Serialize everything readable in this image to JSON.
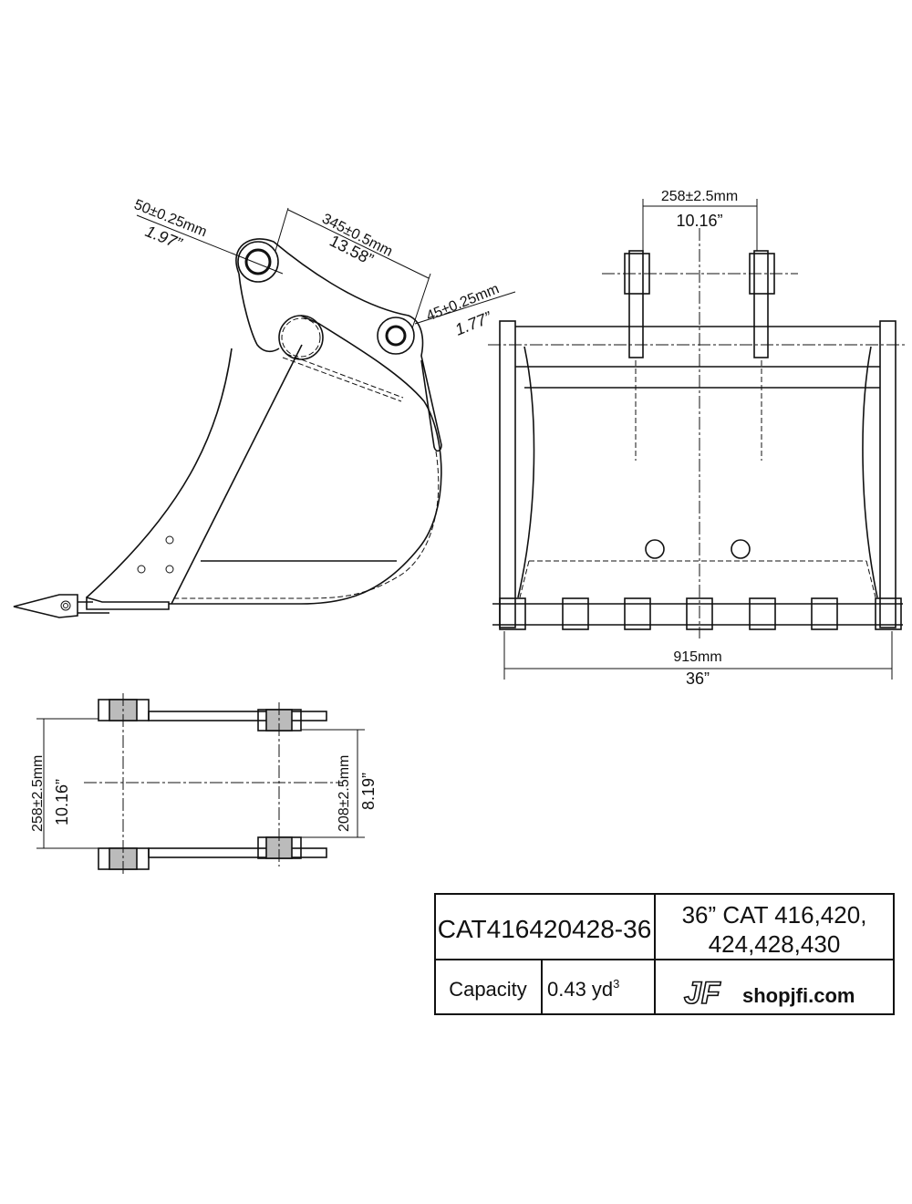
{
  "side_view": {
    "pin1_mm": "50±0.25mm",
    "pin1_in": "1.97”",
    "pin_center_mm": "345±0.5mm",
    "pin_center_in": "13.58”",
    "pin2_mm": "45±0.25mm",
    "pin2_in": "1.77”"
  },
  "front_view": {
    "ear_spacing_mm": "258±2.5mm",
    "ear_spacing_in": "10.16”",
    "width_mm": "915mm",
    "width_in": "36”"
  },
  "top_view": {
    "outer_mm": "258±2.5mm",
    "outer_in": "10.16”",
    "inner_mm": "208±2.5mm",
    "inner_in": "8.19”"
  },
  "title_block": {
    "part_number": "CAT416420428-36",
    "description_line1": "36” CAT 416,420,",
    "description_line2": "424,428,430",
    "capacity_label": "Capacity",
    "capacity_value": "0.43 yd",
    "capacity_unit_sup": "3",
    "logo": "JF",
    "website": "shopjfi.com"
  }
}
